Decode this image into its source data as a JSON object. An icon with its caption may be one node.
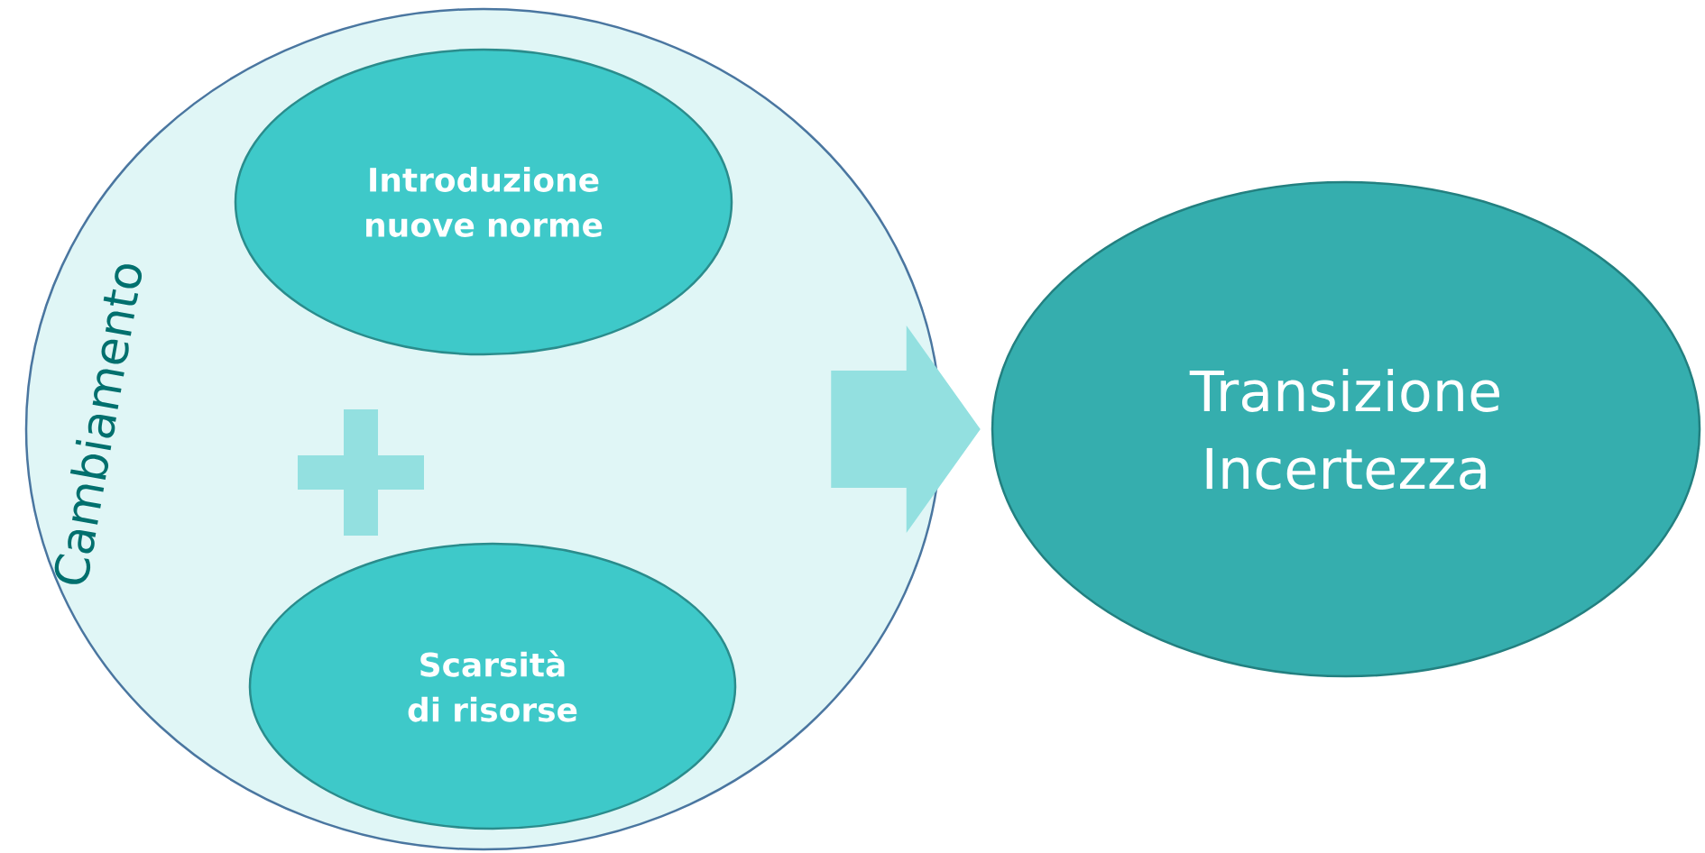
{
  "diagram": {
    "nodes": [
      {
        "text": [
          "Cambiamento"
        ]
      },
      {
        "text": [
          "Introduzione nuove norme"
        ],
        "in": 0
      },
      {
        "text": [
          "Scarsità di risorse"
        ],
        "in": 0
      },
      {
        "text": [
          "Transizione Incertezza"
        ]
      }
    ],
    "edges": [
      {
        "from": 0,
        "to": 3,
        "arrow": "to"
      }
    ]
  }
}
